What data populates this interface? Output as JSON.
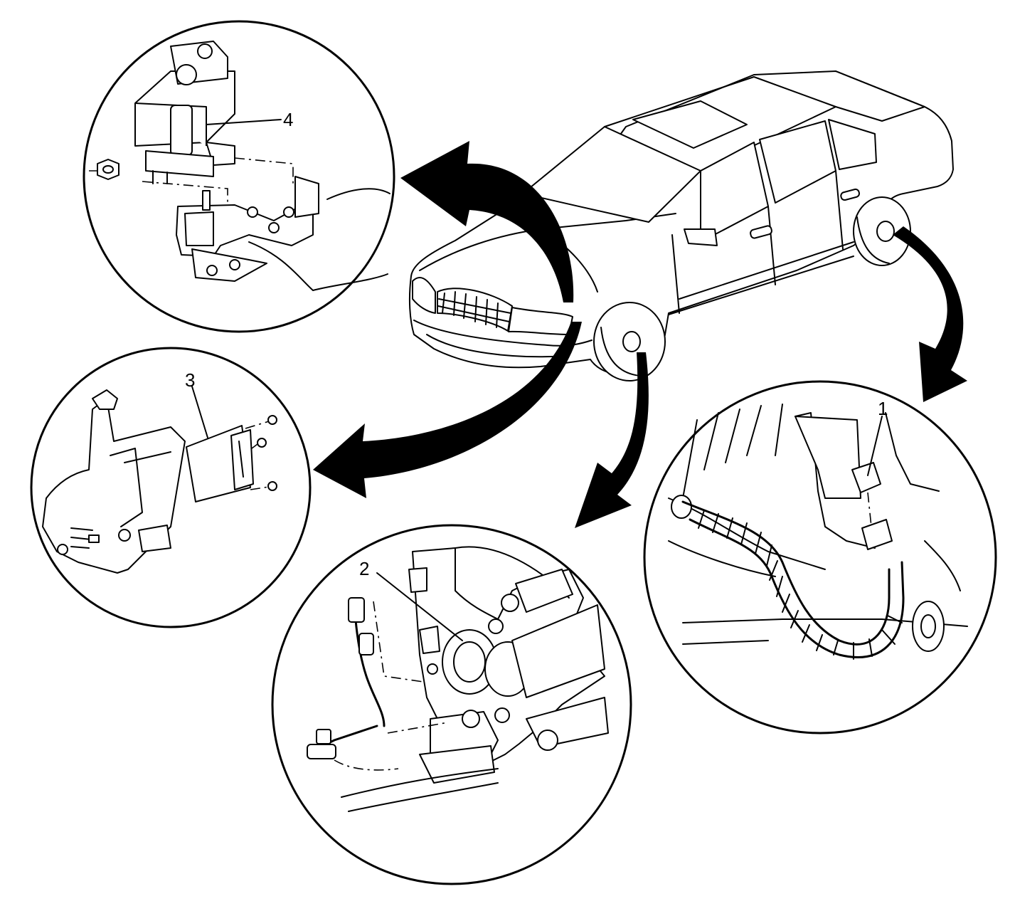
{
  "diagram": {
    "callouts": {
      "c1": "1",
      "c2": "2",
      "c3": "3",
      "c4": "4"
    }
  }
}
